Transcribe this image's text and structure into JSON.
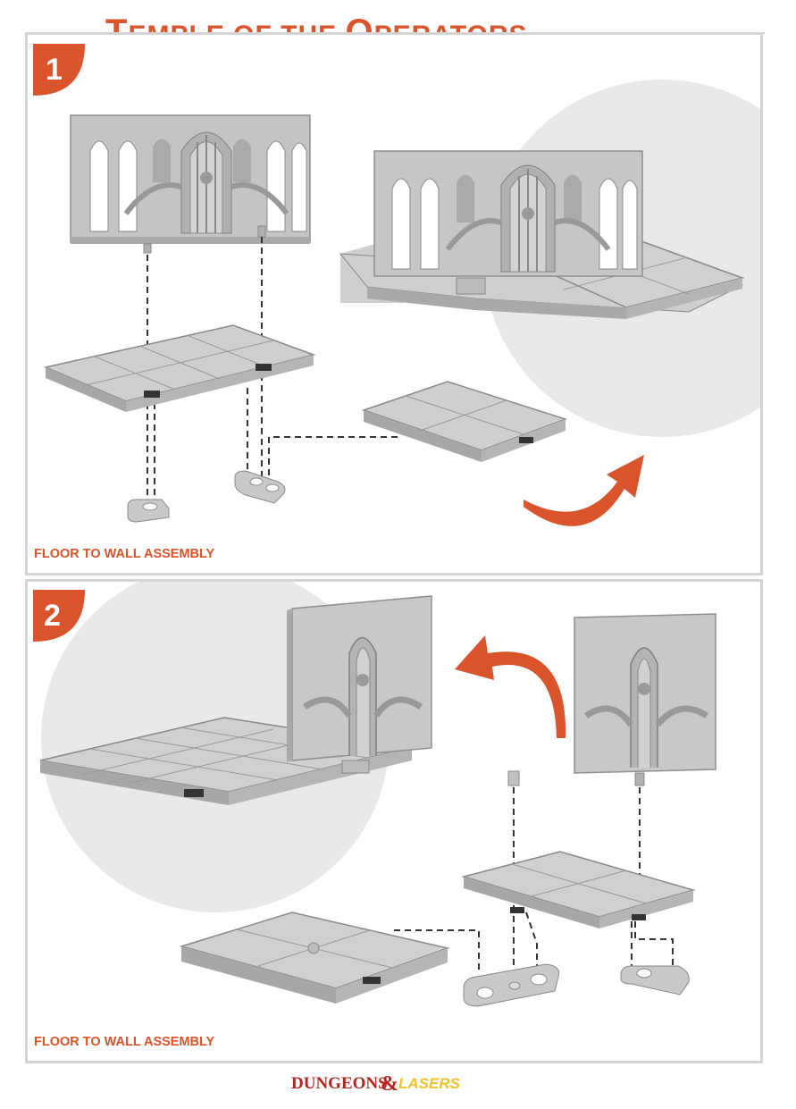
{
  "header": {
    "title_cap_t": "T",
    "title_part1": "EMPLE OF THE ",
    "title_cap_o": "O",
    "title_part2": "PERATORS"
  },
  "steps": [
    {
      "number": "1",
      "caption": "FLOOR TO WALL ASSEMBLY"
    },
    {
      "number": "2",
      "caption": "FLOOR TO WALL ASSEMBLY"
    }
  ],
  "footer": {
    "brand_part1": "DUNGEONS",
    "brand_amp": "&",
    "brand_part2": "LASERS"
  },
  "colors": {
    "accent": "#d9532b",
    "brand_yellow": "#f2c12e",
    "model_grey": "#bdbdbd"
  }
}
